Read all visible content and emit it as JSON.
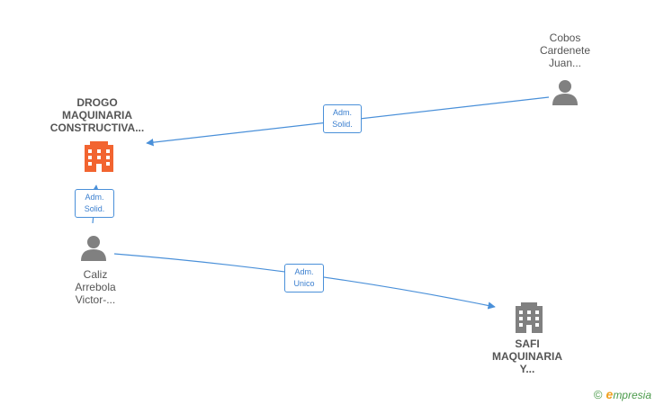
{
  "nodes": {
    "drogo": {
      "label": "DROGO\nMAQUINARIA\nCONSTRUCTIVA...",
      "icon": "building-icon",
      "color": "#f26430"
    },
    "cobos": {
      "label": "Cobos\nCardenete\nJuan...",
      "icon": "person-icon",
      "color": "#808080"
    },
    "caliz": {
      "label": "Caliz\nArrebola\nVictor-...",
      "icon": "person-icon",
      "color": "#808080"
    },
    "safi": {
      "label": "SAFI\nMAQUINARIA\nY...",
      "icon": "building-icon",
      "color": "#808080"
    }
  },
  "edges": {
    "cobos_drogo": {
      "label": "Adm.\nSolid."
    },
    "caliz_drogo": {
      "label": "Adm.\nSolid."
    },
    "caliz_safi": {
      "label": "Adm.\nUnico"
    }
  },
  "edge_color": "#4a90d9",
  "brand": {
    "copyright": "©",
    "e": "e",
    "name": "mpresia"
  }
}
